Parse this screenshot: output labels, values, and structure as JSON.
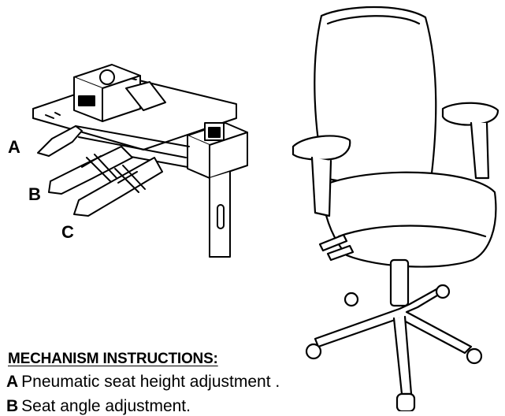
{
  "mechanism": {
    "callouts": [
      "A",
      "B",
      "C"
    ]
  },
  "instructions": {
    "heading": "MECHANISM INSTRUCTIONS:",
    "items": [
      {
        "letter": "A",
        "text": "Pneumatic seat height adjustment ."
      },
      {
        "letter": "B",
        "text": "Seat angle adjustment."
      }
    ]
  }
}
